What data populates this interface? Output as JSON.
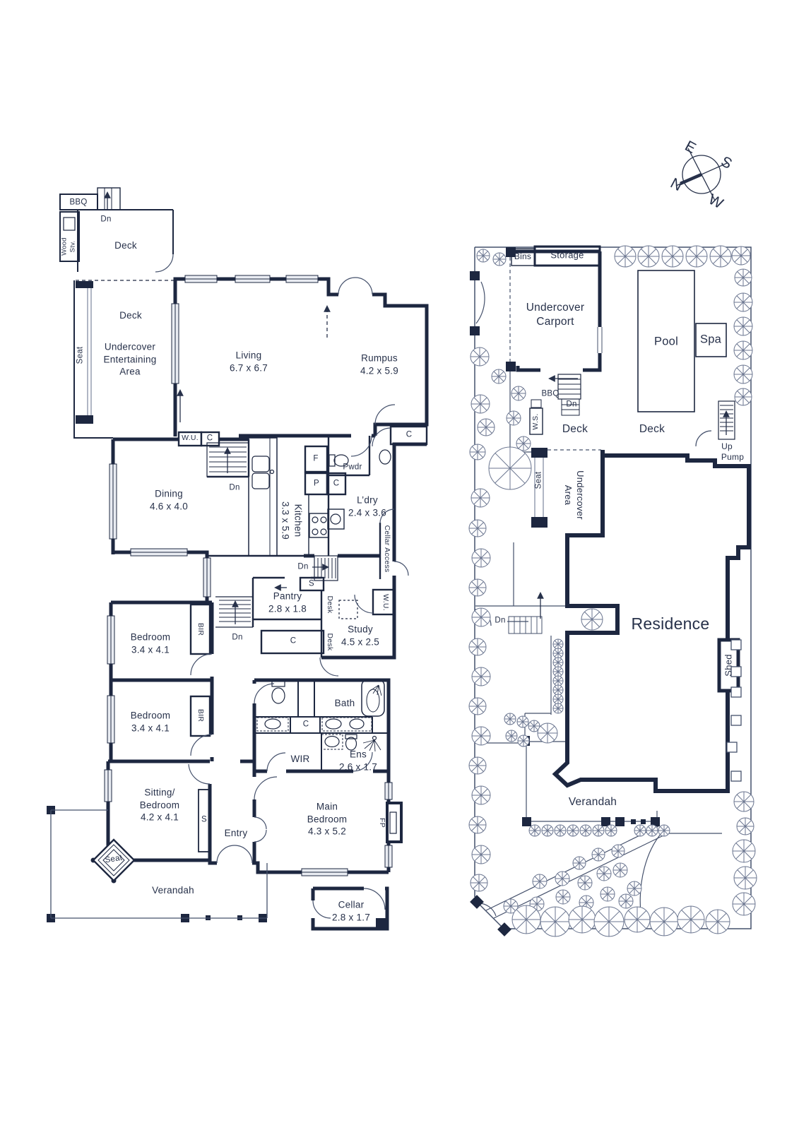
{
  "compass": {
    "e": "E",
    "s": "S",
    "w": "W",
    "n": "N"
  },
  "floorplan": {
    "bbq": "BBQ",
    "dn_deck": "Dn",
    "deck_top": "Deck",
    "wood_stove": "Wood\nStv.",
    "seat_deck": "Seat",
    "deck_main": "Deck",
    "undercover": "Undercover\nEntertaining\nArea",
    "living": {
      "name": "Living",
      "dim": "6.7 x 6.7"
    },
    "rumpus": {
      "name": "Rumpus",
      "dim": "4.2 x 5.9"
    },
    "wu_top": "W.U.",
    "c_top": "C",
    "dining": {
      "name": "Dining",
      "dim": "4.6 x 4.0"
    },
    "dn_stairs_top": "Dn",
    "kitchen": {
      "name": "Kitchen",
      "dim": "3.3 x 5.9"
    },
    "fridge": "F",
    "p_cupboard": "P",
    "c_kitchen": "C",
    "powder": "Pwdr",
    "laundry": {
      "name": "L’dry",
      "dim": "2.4 x 3.6"
    },
    "cellar_access": "Cellar Access",
    "c_rumpus": "C",
    "dn_stairs_mid": "Dn",
    "s_stairs": "S",
    "pantry": {
      "name": "Pantry",
      "dim": "2.8 x 1.8"
    },
    "desk_upper": "Desk",
    "desk_lower": "Desk",
    "wu_study": "W.U.",
    "study": {
      "name": "Study",
      "dim": "4.5 x 2.5"
    },
    "dn_stairs_lower": "Dn",
    "c_hall": "C",
    "bir_1": "BIR",
    "bedroom_1": {
      "name": "Bedroom",
      "dim": "3.4 x 4.1"
    },
    "bir_2": "BIR",
    "bedroom_2": {
      "name": "Bedroom",
      "dim": "3.4 x 4.1"
    },
    "bath": "Bath",
    "c_bath": "C",
    "wir": "WIR",
    "ensuite": {
      "name": "Ens",
      "dim": "2.6 x 1.7"
    },
    "sitting": {
      "name": "Sitting/\nBedroom",
      "dim": "4.2 x 4.1"
    },
    "s_sitting": "S",
    "entry": "Entry",
    "seat_corner": "Seat",
    "verandah": "Verandah",
    "main_bedroom": {
      "name": "Main\nBedroom",
      "dim": "4.3 x 5.2"
    },
    "fireplace": "FP",
    "cellar": {
      "name": "Cellar",
      "dim": "2.8 x 1.7"
    }
  },
  "siteplan": {
    "bins": "Bins",
    "storage": "Storage",
    "carport": "Undercover\nCarport",
    "pool": "Pool",
    "spa": "Spa",
    "bbq": "BBQ",
    "dn_deck": "Dn",
    "ws": "W.S.",
    "deck_1": "Deck",
    "deck_2": "Deck",
    "up": "Up",
    "pump": "Pump",
    "seat": "Seat",
    "undercover_area": "Undercover\nArea",
    "residence": "Residence",
    "dn_garden": "Dn",
    "shed": "Shed",
    "verandah": "Verandah"
  },
  "colors": {
    "wall": "#1d2740",
    "line": "#44506b",
    "tree": "#6b7690",
    "text": "#27314a"
  }
}
